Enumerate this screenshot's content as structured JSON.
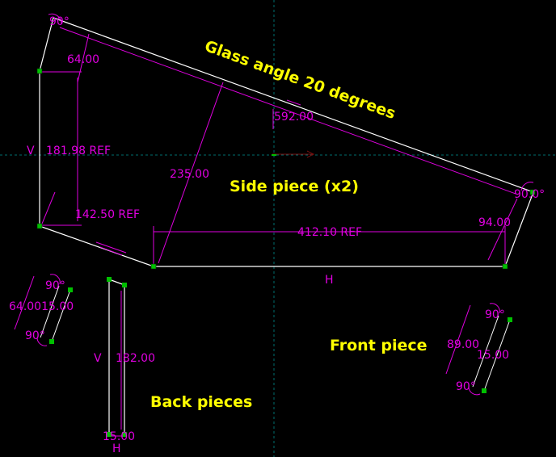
{
  "colors": {
    "background": "#000000",
    "geometry": "#ffffff",
    "dimension": "#e000e0",
    "title": "#ffff00",
    "point": "#00c000",
    "axis": "#006e6e"
  },
  "titles": {
    "side_piece": "Side piece (x2)",
    "glass_angle": "Glass angle 20 degrees",
    "back_pieces": "Back pieces",
    "front_piece": "Front piece"
  },
  "side": {
    "angle_top_left": "90°",
    "angle_right": "90.0°",
    "dim_top_width": "64.00",
    "dim_slope": "592.00",
    "dim_height": "181.98 REF",
    "constraint_v": "V",
    "dim_diag": "235.00",
    "dim_lower_left": "142.50 REF",
    "dim_bottom": "412.10 REF",
    "dim_right": "94.00",
    "constraint_h": "H"
  },
  "left_small": {
    "angle_top": "90°",
    "dim": "64.0015.00",
    "angle_bottom": "90°"
  },
  "back": {
    "constraint_v": "V",
    "dim_height": "182.00",
    "dim_width": "15.00",
    "constraint_h": "H"
  },
  "front": {
    "angle_top": "90°",
    "dim_height": "89.00",
    "dim_width": "15.00",
    "angle_bottom": "90°"
  }
}
